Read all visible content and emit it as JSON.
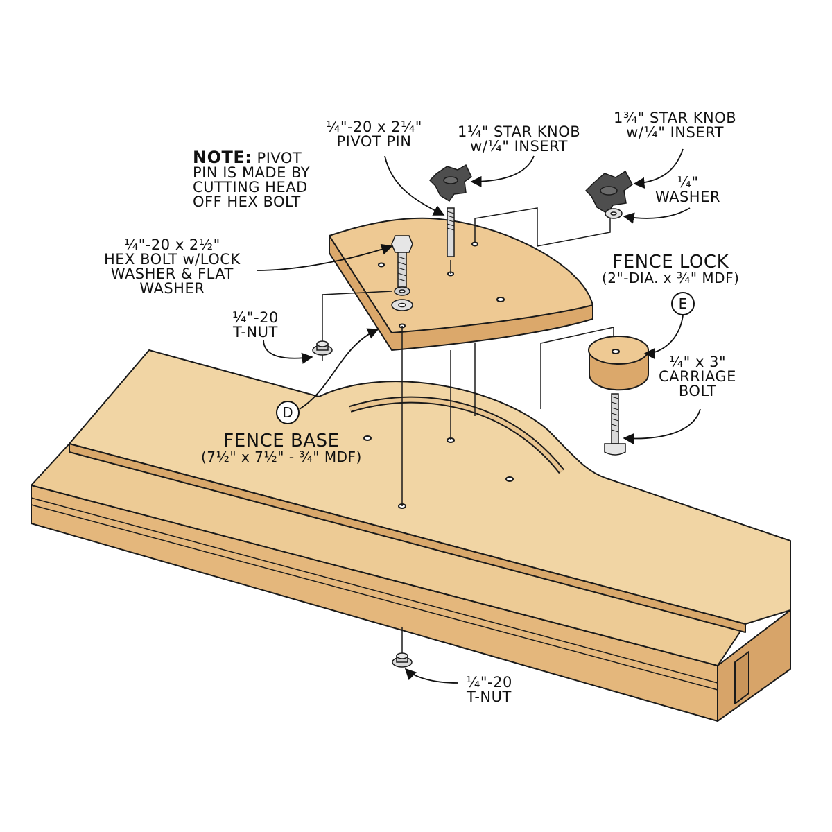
{
  "labels": {
    "note_head": "NOTE:",
    "note_l1": "PIVOT",
    "note_l2": "PIN IS MADE BY",
    "note_l3": "CUTTING HEAD",
    "note_l4": "OFF HEX BOLT",
    "pivot_pin_l1": "¼\"-20 x 2¼\"",
    "pivot_pin_l2": "PIVOT PIN",
    "star_small_l1": "1¼\" STAR KNOB",
    "star_small_l2": "w/¼\" INSERT",
    "star_large_l1": "1¾\" STAR KNOB",
    "star_large_l2": "w/¼\" INSERT",
    "washer_l1": "¼\"",
    "washer_l2": "WASHER",
    "hex_l1": "¼\"-20 x 2½\"",
    "hex_l2": "HEX BOLT w/LOCK",
    "hex_l3": "WASHER & FLAT",
    "hex_l4": "WASHER",
    "tnut_top_l1": "¼\"-20",
    "tnut_top_l2": "T-NUT",
    "fence_lock_l1": "FENCE LOCK",
    "fence_lock_l2": "(2\"-DIA. x ¾\" MDF)",
    "tag_e": "E",
    "carriage_l1": "¼\" x 3\"",
    "carriage_l2": "CARRIAGE",
    "carriage_l3": "BOLT",
    "tag_d": "D",
    "fence_base_l1": "FENCE BASE",
    "fence_base_l2": "(7½\" x 7½\" - ¾\" MDF)",
    "tnut_bot_l1": "¼\"-20",
    "tnut_bot_l2": "T-NUT"
  },
  "colors": {
    "wood_top": "#f0d3a2",
    "wood_side": "#e2b47a",
    "wood_edge": "#d09a5e",
    "outline": "#1a1a1a",
    "knob": "#4d4d4d",
    "metal": "#cccccc"
  }
}
